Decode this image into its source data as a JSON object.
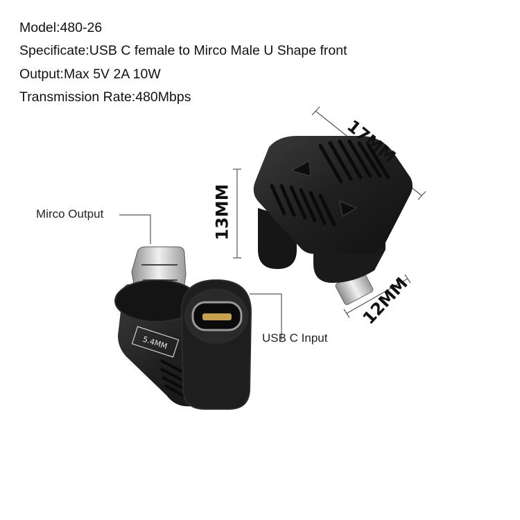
{
  "specs": [
    "Model:480-26",
    "Specificate:USB C female to Mirco Male U Shape front",
    "Output:Max 5V 2A 10W",
    "Transmission Rate:480Mbps"
  ],
  "labels": {
    "micro_output": "Mirco Output",
    "usbc_input": "USB C Input"
  },
  "dimensions": {
    "width": "17MM",
    "height": "13MM",
    "depth": "12MM",
    "thickness": "5.4MM"
  },
  "colors": {
    "body": "#1c1c1c",
    "highlight": "#3a3a3a",
    "metal": "#c9c9c9",
    "gold": "#c8a24a"
  }
}
